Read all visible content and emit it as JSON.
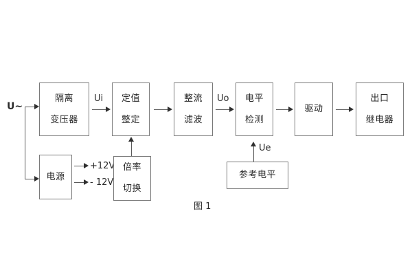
{
  "figure": {
    "caption": "图 1",
    "input_label": "U~",
    "signal_labels": {
      "ui": "Ui",
      "uo": "Uo",
      "ue": "Ue"
    },
    "power_rails": {
      "positive": "+12V",
      "negative": "- 12V"
    },
    "colors": {
      "box_border": "#7a7a7a",
      "wire": "#5a5a5a",
      "text": "#2b2b2b",
      "background": "#ffffff"
    },
    "blocks": [
      {
        "id": "isolation-transformer",
        "line1": "隔离",
        "line2": "变压器"
      },
      {
        "id": "setting-value",
        "line1": "定值",
        "line2": "整定"
      },
      {
        "id": "rectify-filter",
        "line1": "整流",
        "line2": "滤波"
      },
      {
        "id": "level-detection",
        "line1": "电平",
        "line2": "检测"
      },
      {
        "id": "drive",
        "line1": "驱动",
        "line2": ""
      },
      {
        "id": "output-relay",
        "line1": "出口",
        "line2": "继电器"
      },
      {
        "id": "power-supply",
        "line1": "电源",
        "line2": ""
      },
      {
        "id": "multiplier-switch",
        "line1": "倍率",
        "line2": "切换"
      },
      {
        "id": "reference-level",
        "line1": "参考电平",
        "line2": ""
      }
    ]
  }
}
